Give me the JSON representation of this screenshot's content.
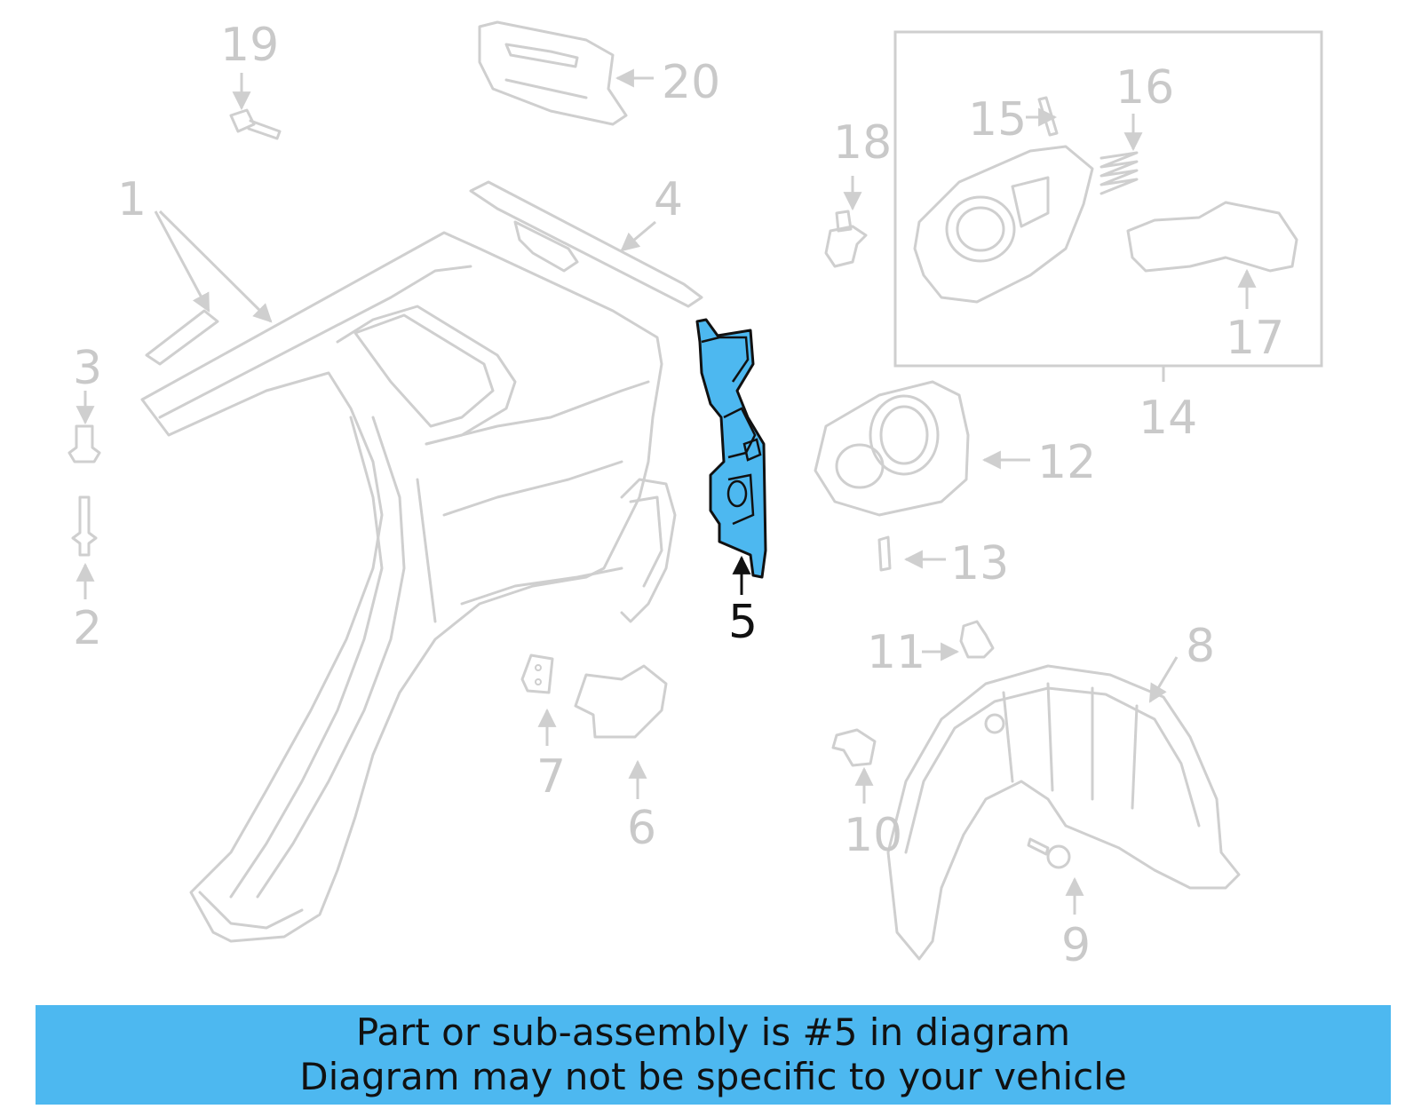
{
  "colors": {
    "highlight_fill": "#4db8f0",
    "banner": "#4db8f0",
    "line_art": "#cfcfcf",
    "callout_text": "#c9c9c9",
    "highlight_text": "#111111"
  },
  "diagram": {
    "highlighted_part": "5",
    "callouts": [
      "1",
      "2",
      "3",
      "4",
      "5",
      "6",
      "7",
      "8",
      "9",
      "10",
      "11",
      "12",
      "13",
      "14",
      "15",
      "16",
      "17",
      "18",
      "19",
      "20"
    ]
  },
  "banner": {
    "line1": "Part or sub-assembly is #5 in diagram",
    "line2": "Diagram may not be specific to your vehicle"
  }
}
